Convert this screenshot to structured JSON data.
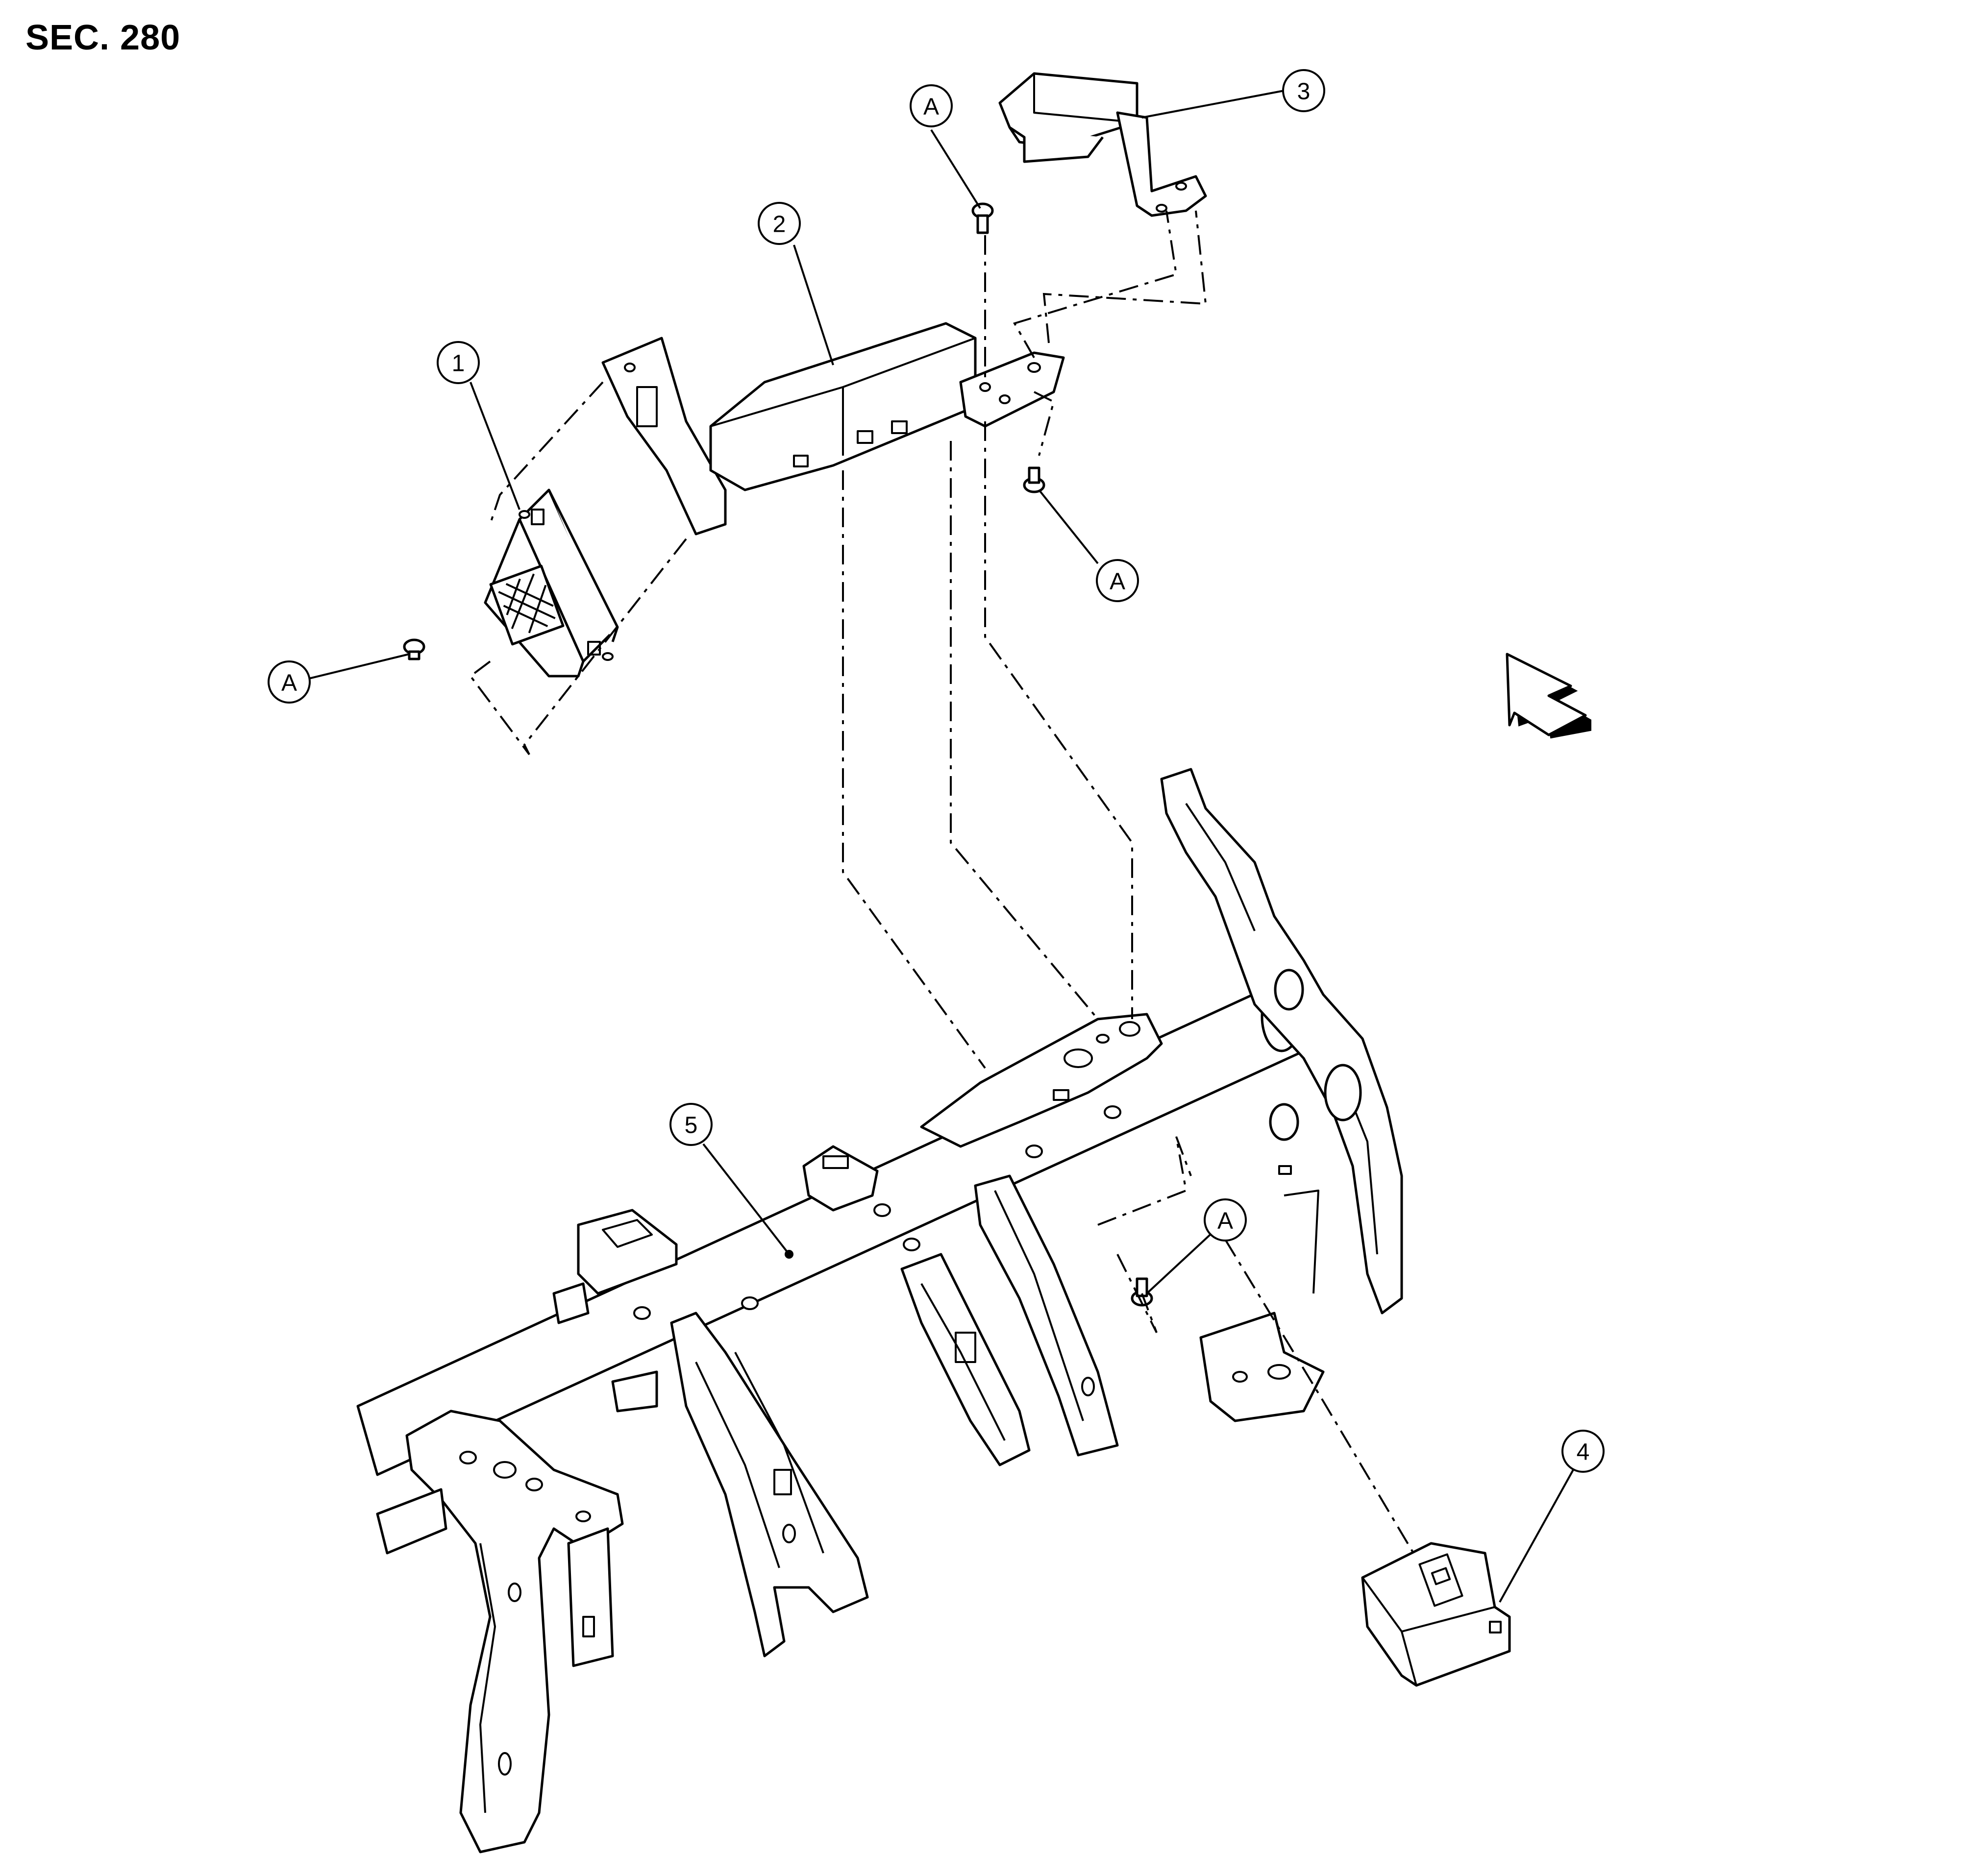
{
  "section": "SEC. 280",
  "callouts": {
    "c1": "1",
    "c2": "2",
    "c3": "3",
    "c4": "4",
    "c5": "5"
  },
  "fastener_markers": {
    "a1": "A",
    "a2": "A",
    "a3": "A",
    "a4": "A"
  },
  "icons": {
    "front_direction": "front-arrow-icon"
  }
}
